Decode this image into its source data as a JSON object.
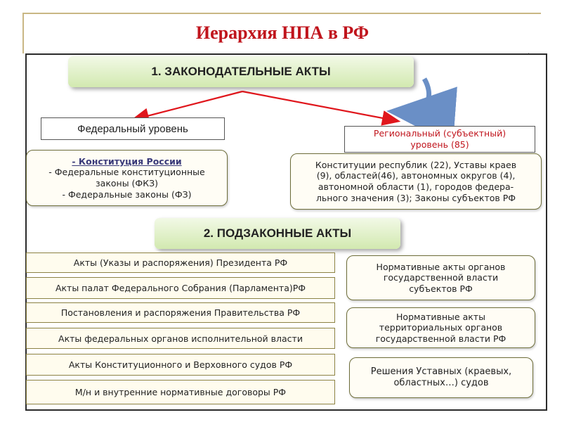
{
  "title": "Иерархия НПА в РФ",
  "header1": "1. ЗАКОНОДАТЕЛЬНЫЕ АКТЫ",
  "header2": "2. ПОДЗАКОННЫЕ АКТЫ",
  "federal_level": "Федеральный уровень",
  "regional_level": {
    "line1": "Региональный (субъектный)",
    "line2": "уровень (85)"
  },
  "federal_acts": [
    "- Конституция России",
    "- Федеральные конституционные",
    "законы (ФКЗ)",
    "- Федеральные законы (ФЗ)"
  ],
  "regional_acts": [
    "Конституции республик (22), Уставы краев",
    "(9), областей(46), автономных округов (4),",
    "автономной области (1), городов федера-",
    "льного значения (3); Законы субъектов РФ"
  ],
  "federal_subacts": [
    "Акты (Указы и распоряжения) Президента РФ",
    "Акты палат Федерального Собрания (Парламента)РФ",
    "Постановления и распоряжения Правительства РФ",
    "Акты федеральных органов исполнительной власти",
    "Акты Конституционного и Верховного судов РФ",
    "М/н и внутренние нормативные договоры РФ"
  ],
  "regional_subacts": [
    [
      "Нормативные акты органов",
      "государственной власти",
      "субъектов РФ"
    ],
    [
      "Нормативные акты",
      "территориальных органов",
      "государственной власти  РФ"
    ],
    [
      "Решения Уставных (краевых,",
      "областных…) судов"
    ]
  ],
  "colors": {
    "title": "#c0141c",
    "arrow_red": "#e0161c",
    "arrow_blue": "#6a8fc6",
    "regional_text": "#c0141c"
  }
}
